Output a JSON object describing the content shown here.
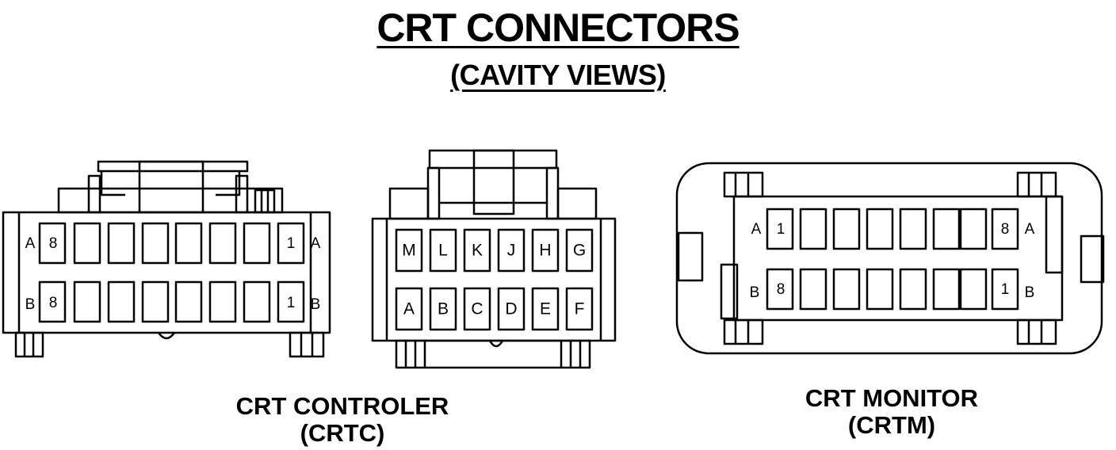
{
  "title": "CRT CONNECTORS",
  "subtitle": "(CAVITY VIEWS)",
  "controller": {
    "name": "CRT CONTROLER",
    "code": "(CRTC)",
    "row_a_label": "A",
    "row_b_label": "B",
    "row_a_left": "8",
    "row_a_right": "1",
    "row_b_left": "8",
    "row_b_right": "1"
  },
  "middle": {
    "top_row": [
      "M",
      "L",
      "K",
      "J",
      "H",
      "G"
    ],
    "bottom_row": [
      "A",
      "B",
      "C",
      "D",
      "E",
      "F"
    ]
  },
  "monitor": {
    "name": "CRT MONITOR",
    "code": "(CRTM)",
    "row_a_label": "A",
    "row_b_label": "B",
    "row_a_left": "1",
    "row_a_right": "8",
    "row_b_left": "8",
    "row_b_right": "1"
  }
}
